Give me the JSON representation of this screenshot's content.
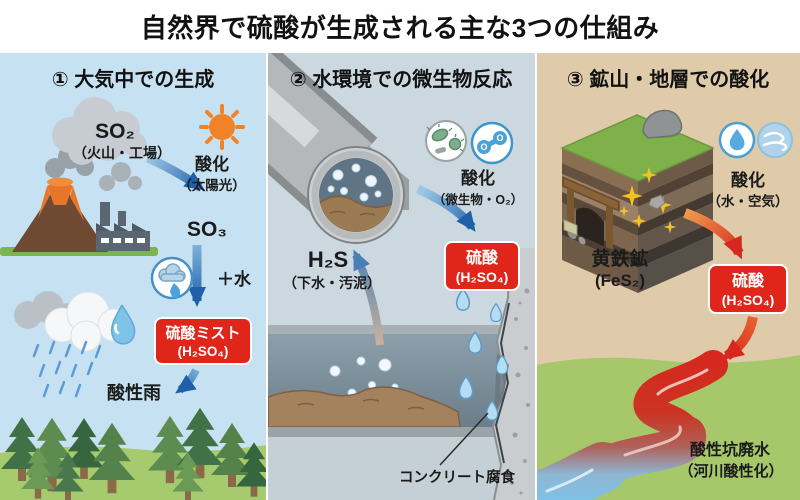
{
  "title": "自然界で硫酸が生成される主な3つの仕組み",
  "colors": {
    "accent_red": "#e0251b",
    "arrow_blue": "#1d5fa9",
    "arrow_red": "#d6281e",
    "panel1_bg": "#c6e2f2",
    "panel2_bg": "#ccd8df",
    "panel3_bg": "#dfcaa9"
  },
  "panels": {
    "p1": {
      "header": "① 大気中での生成",
      "so2": "SO₂",
      "so2_source": "（火山・工場）",
      "oxidation": "酸化",
      "oxidation_by": "（太陽光）",
      "so3": "SO₃",
      "plus_water": "＋水",
      "result_line1": "硫酸ミスト",
      "result_line2": "(H₂SO₄)",
      "acid_rain": "酸性雨"
    },
    "p2": {
      "header": "② 水環境での微生物反応",
      "oxidation": "酸化",
      "oxidation_by": "（微生物・O₂）",
      "h2s": "H₂S",
      "h2s_source": "（下水・汚泥）",
      "result_line1": "硫酸",
      "result_line2": "(H₂SO₄)",
      "concrete_corrosion": "コンクリート腐食",
      "o2_label": "O"
    },
    "p3": {
      "header": "③ 鉱山・地層での酸化",
      "oxidation": "酸化",
      "oxidation_by": "（水・空気）",
      "pyrite": "黄鉄鉱",
      "pyrite_formula": "(FeS₂)",
      "result_line1": "硫酸",
      "result_line2": "(H₂SO₄)",
      "acid_drainage_line1": "酸性坑廃水",
      "acid_drainage_line2": "（河川酸性化）"
    }
  }
}
